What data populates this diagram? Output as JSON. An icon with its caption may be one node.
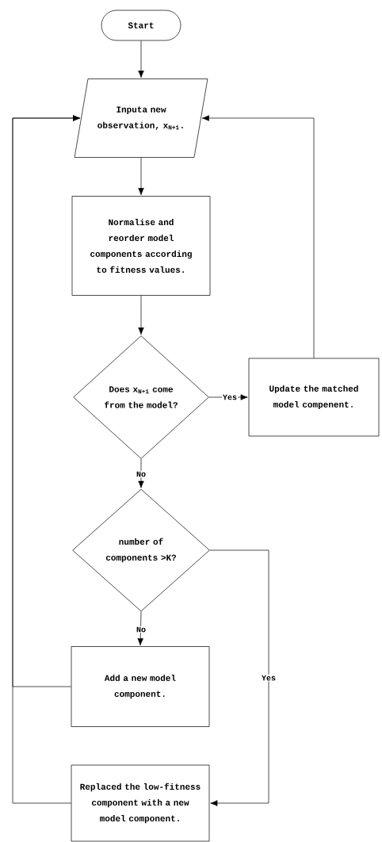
{
  "diagram": {
    "nodes": [
      {
        "text": [
          "Start"
        ]
      },
      {
        "text": [
          "Inputa new observation, x$_{N+1}$."
        ]
      },
      {
        "text": [
          "Normalise and reorder model components according to fitness values."
        ]
      },
      {
        "text": [
          "Does x$_{N+1}$ come from the model?"
        ]
      },
      {
        "text": [
          "Update the matched model compenent."
        ]
      },
      {
        "text": [
          "number of components >K?"
        ]
      },
      {
        "text": [
          "Add a new model component."
        ]
      },
      {
        "text": [
          "Replaced the low-fitness component with a new model component."
        ]
      }
    ],
    "edges": [
      {
        "from": 0,
        "to": 1,
        "arrow": "to"
      },
      {
        "from": 1,
        "to": 2,
        "arrow": "to"
      },
      {
        "from": 2,
        "to": 3,
        "arrow": "to"
      },
      {
        "from": 3,
        "to": 4,
        "arrow": "to",
        "label": "Yes"
      },
      {
        "from": 4,
        "to": 1,
        "arrow": "to"
      },
      {
        "from": 3,
        "to": 5,
        "arrow": "to",
        "label": "No"
      },
      {
        "from": 5,
        "to": 6,
        "arrow": "to",
        "label": "No"
      },
      {
        "from": 5,
        "to": 7,
        "arrow": "to",
        "label": "Yes"
      },
      {
        "from": 6,
        "to": 1,
        "arrow": "to"
      },
      {
        "from": 7,
        "to": 1,
        "arrow": "to"
      }
    ]
  }
}
